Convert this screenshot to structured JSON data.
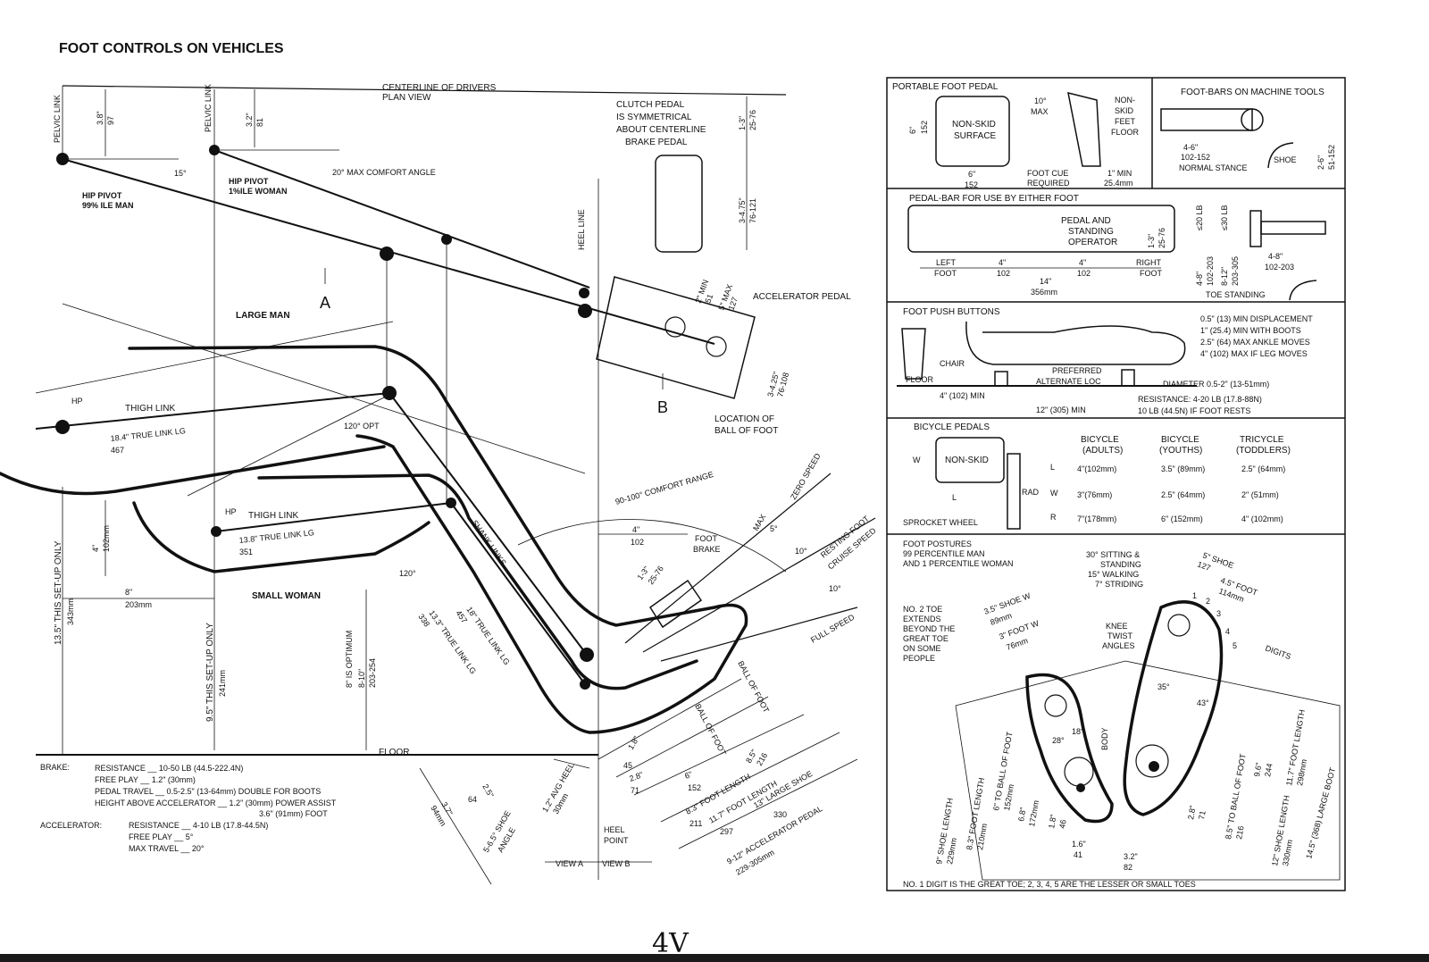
{
  "page_title": "FOOT CONTROLS ON VEHICLES",
  "handwritten_mark": "4V",
  "left": {
    "centerline": "CENTERLINE OF DRIVERS",
    "plan_view": "PLAN VIEW",
    "pelvic_link_1": "PELVIC LINK",
    "pelvic_link_2": "PELVIC LINK",
    "dim_38": "3.8\"",
    "dim_97": "97",
    "dim_32": "3.2\"",
    "dim_81": "81",
    "hip_pivot_man": "HIP PIVOT",
    "hip_pivot_man_2": "99% ILE MAN",
    "hip_pivot_woman": "HIP PIVOT",
    "hip_pivot_woman_2": "1%ILE WOMAN",
    "angle_15": "15°",
    "max_comfort": "20° MAX COMFORT ANGLE",
    "clutch_1": "CLUTCH PEDAL",
    "clutch_2": "IS SYMMETRICAL",
    "clutch_3": "ABOUT CENTERLINE",
    "clutch_4": "BRAKE PEDAL",
    "dim_13": "1-3\"",
    "dim_2576": "25-76",
    "dim_3475": "3-4.75\"",
    "dim_76121": "76-121",
    "heel_line": "HEEL LINE",
    "dim_2min": "2\" MIN",
    "dim_51": "51",
    "dim_5max": "5\" MAX",
    "dim_127": "127",
    "accelerator_pedal": "ACCELERATOR PEDAL",
    "dim_3425": "3-4.25\"",
    "dim_76108": "76-108",
    "label_a": "A",
    "label_b": "B",
    "location_ball_1": "LOCATION OF",
    "location_ball_2": "BALL OF FOOT",
    "large_man": "LARGE MAN",
    "hp_1": "HP",
    "thigh_link_1": "THIGH LINK",
    "true_link_184": "18.4\" TRUE LINK LG",
    "dim_467": "467",
    "opt_120": "120° OPT",
    "comfort_range": "90-100° COMFORT RANGE",
    "zero_speed": "ZERO SPEED",
    "resting_foot": "RESTING FOOT",
    "cruise_speed": "CRUISE SPEED",
    "full_speed": "FULL SPEED",
    "max": "MAX",
    "deg5": "5°",
    "deg10a": "10°",
    "deg10b": "10°",
    "hp_2": "HP",
    "thigh_link_2": "THIGH LINK",
    "true_link_138": "13.8\" TRUE LINK LG",
    "dim_351": "351",
    "dim_4": "4\"",
    "dim_102mm": "102mm",
    "shank_links": "SHANK LINKS",
    "dim_4b": "4\"",
    "dim_102b": "102",
    "foot_brake_1": "FOOT",
    "foot_brake_2": "BRAKE",
    "dim_13b": "1-3\"",
    "dim_2576b": "25-76",
    "angle_120": "120°",
    "small_woman": "SMALL WOMAN",
    "dim_8": "8\"",
    "dim_203mm": "203mm",
    "setup_135": "13.5\" THIS SET-UP ONLY",
    "dim_343": "343mm",
    "setup_95": "9.5\" THIS SET-UP ONLY",
    "dim_241": "241mm",
    "optimum": "8\" IS OPTIMUM",
    "dim_810": "8-10\"",
    "dim_203254": "203-254",
    "true_link_18": "18\" TRUE LINK LG",
    "dim_457": "457",
    "true_link_133": "13.3\" TRUE LINK LG",
    "dim_338": "338",
    "ball_of_foot_1": "BALL OF FOOT",
    "ball_of_foot_2": "BALL OF FOOT",
    "floor": "FLOOR",
    "dim_18": "1.8\"",
    "dim_45": "45",
    "dim_28": "2.8\"",
    "dim_71": "71",
    "dim_6": "6\"",
    "dim_152": "152",
    "dim_85": "8.5\"",
    "dim_216": "216",
    "foot_length": "8.3\" FOOT LENGTH",
    "dim_211": "211",
    "foot_length_117": "11.7\" FOOT LENGTH",
    "dim_297": "297",
    "large_shoe": "13\" LARGE SHOE",
    "dim_330": "330",
    "accel_pedal_len": "9-12\" ACCELERATOR PEDAL",
    "dim_229305": "229-305mm",
    "dim_25": "2.5\"",
    "dim_64": "64",
    "avg_heel": "1.2\" AVG HEEL",
    "dim_30mm": "30mm",
    "dim_37": "3.7\"",
    "dim_94": "94mm",
    "shoe_angle_1": "5-6.5° SHOE",
    "shoe_angle_2": "ANGLE",
    "heel_point_1": "HEEL",
    "heel_point_2": "POINT",
    "view_a": "VIEW A",
    "view_b": "VIEW B"
  },
  "specs": {
    "brake_label": "BRAKE:",
    "brake_1": "RESISTANCE __ 10-50 LB (44.5-222.4N)",
    "brake_2": "FREE PLAY __ 1.2\" (30mm)",
    "brake_3": "PEDAL TRAVEL __ 0.5-2.5\" (13-64mm) DOUBLE FOR BOOTS",
    "brake_4": "HEIGHT ABOVE ACCELERATOR __ 1.2\" (30mm) POWER ASSIST",
    "brake_5": "3.6\" (91mm) FOOT",
    "accel_label": "ACCELERATOR:",
    "accel_1": "RESISTANCE __ 4-10 LB (17.8-44.5N)",
    "accel_2": "FREE PLAY __ 5°",
    "accel_3": "MAX TRAVEL __ 20°"
  },
  "right": {
    "portable_title": "PORTABLE FOOT PEDAL",
    "non_skid_surface_1": "NON-SKID",
    "non_skid_surface_2": "SURFACE",
    "p_dim_6": "6\"",
    "p_dim_152": "152",
    "p_dim_6b": "6\"",
    "p_dim_152b": "152",
    "p_10max_1": "10°",
    "p_10max_2": "MAX",
    "non_skid_feet_1": "NON-",
    "non_skid_feet_2": "SKID",
    "non_skid_feet_3": "FEET",
    "floor": "FLOOR",
    "foot_cue_1": "FOOT CUE",
    "foot_cue_2": "REQUIRED",
    "min_1": "1\" MIN",
    "min_254": "25.4mm",
    "footbars_title": "FOOT-BARS ON MACHINE TOOLS",
    "fb_46": "4-6\"",
    "fb_102152": "102-152",
    "normal_stance": "NORMAL STANCE",
    "shoe": "SHOE",
    "fb_26": "2-6\"",
    "fb_51152": "51-152",
    "pedalbar_title": "PEDAL-BAR FOR USE BY EITHER FOOT",
    "pedal_standing_1": "PEDAL AND",
    "pedal_standing_2": "STANDING",
    "pedal_standing_3": "OPERATOR",
    "pb_13": "1-3\"",
    "pb_2576": "25-76",
    "left_foot_1": "LEFT",
    "left_foot_2": "FOOT",
    "right_foot_1": "RIGHT",
    "right_foot_2": "FOOT",
    "pb_4a": "4\"",
    "pb_102a": "102",
    "pb_4b": "4\"",
    "pb_102b": "102",
    "pb_14": "14\"",
    "pb_356": "356mm",
    "lb20": "≤20 LB",
    "lb30": "≤30 LB",
    "pb_48": "4-8\"",
    "pb_102203": "102-203",
    "pb_812": "8-12\"",
    "pb_203305": "203-305",
    "pb_48b": "4-8\"",
    "pb_102203b": "102-203",
    "toe_standing": "TOE STANDING",
    "pushbtn_title": "FOOT PUSH BUTTONS",
    "pb_spec_1": "0.5\" (13) MIN DISPLACEMENT",
    "pb_spec_2": "1\" (25.4) MIN WITH BOOTS",
    "pb_spec_3": "2.5\" (64) MAX ANKLE MOVES",
    "pb_spec_4": "4\" (102) MAX IF LEG MOVES",
    "chair": "CHAIR",
    "floor2": "FLOOR",
    "preferred": "PREFERRED",
    "alternate_loc": "ALTERNATE LOC",
    "diameter": "DIAMETER 0.5-2\" (13-51mm)",
    "min_4": "4\" (102) MIN",
    "min_12": "12\" (305) MIN",
    "resistance_1": "RESISTANCE: 4-20 LB (17.8-88N)",
    "resistance_2": "10 LB (44.5N) IF FOOT RESTS",
    "bike_title": "BICYCLE PEDALS",
    "bike_w": "W",
    "bike_nonskid": "NON-SKID",
    "bike_l": "L",
    "bike_rad": "RAD",
    "sprocket": "SPROCKET WHEEL",
    "col_adults_1": "BICYCLE",
    "col_adults_2": "(ADULTS)",
    "col_youths_1": "BICYCLE",
    "col_youths_2": "(YOUTHS)",
    "col_toddlers_1": "TRICYCLE",
    "col_toddlers_2": "(TODDLERS)",
    "rows": [
      {
        "key": "L",
        "adults": "4\"(102mm)",
        "youths": "3.5\" (89mm)",
        "toddlers": "2.5\" (64mm)"
      },
      {
        "key": "W",
        "adults": "3\"(76mm)",
        "youths": "2.5\" (64mm)",
        "toddlers": "2\" (51mm)"
      },
      {
        "key": "R",
        "adults": "7\"(178mm)",
        "youths": "6\" (152mm)",
        "toddlers": "4\" (102mm)"
      }
    ],
    "postures_title_1": "FOOT POSTURES",
    "postures_title_2": "99 PERCENTILE MAN",
    "postures_title_3": "AND 1 PERCENTILE WOMAN",
    "sitting_1": "30° SITTING &",
    "sitting_2": "STANDING",
    "sitting_3": "15° WALKING",
    "sitting_4": "7° STRIDING",
    "toe_note_1": "NO. 2 TOE",
    "toe_note_2": "EXTENDS",
    "toe_note_3": "BEYOND THE",
    "toe_note_4": "GREAT TOE",
    "toe_note_5": "ON SOME",
    "toe_note_6": "PEOPLE",
    "shoe_w": "3.5\" SHOE W",
    "shoe_w_mm": "89mm",
    "foot_w": "3\" FOOT W",
    "foot_w_mm": "76mm",
    "knee_1": "KNEE",
    "knee_2": "TWIST",
    "knee_3": "ANGLES",
    "shoe_5": "5\" SHOE",
    "shoe_127": "127",
    "foot_45": "4.5\" FOOT",
    "foot_114": "114mm",
    "digits": "DIGITS",
    "d1": "1",
    "d2": "2",
    "d3": "3",
    "d4": "4",
    "d5": "5",
    "a35": "35°",
    "a43": "43°",
    "a28": "28°",
    "a18": "18°",
    "body": "BODY",
    "fl_83": "8.3\" FOOT LENGTH",
    "fl_210": "210mm",
    "sl_9": "9\" SHOE LENGTH",
    "sl_229": "229mm",
    "tb_6": "6\" TO BALL OF FOOT",
    "tb_152": "152mm",
    "d_68": "6.8\"",
    "d_172": "172mm",
    "d_18": "1.8\"",
    "d_46": "46",
    "d_16": "1.6\"",
    "d_41": "41",
    "d_32": "3.2\"",
    "d_82": "82",
    "tb_85": "8.5\" TO BALL OF FOOT",
    "tb_216": "216",
    "d_28": "2.8\"",
    "d_71": "71",
    "d_96": "9.6\"",
    "d_244": "244",
    "fl_117": "11.7\" FOOT LENGTH",
    "fl_298": "298mm",
    "sl_12": "12\" SHOE LENGTH",
    "sl_330": "330mm",
    "boot": "14.5\" (368) LARGE BOOT",
    "footnote": "NO. 1 DIGIT IS THE GREAT TOE; 2, 3, 4, 5 ARE THE LESSER OR SMALL TOES"
  }
}
